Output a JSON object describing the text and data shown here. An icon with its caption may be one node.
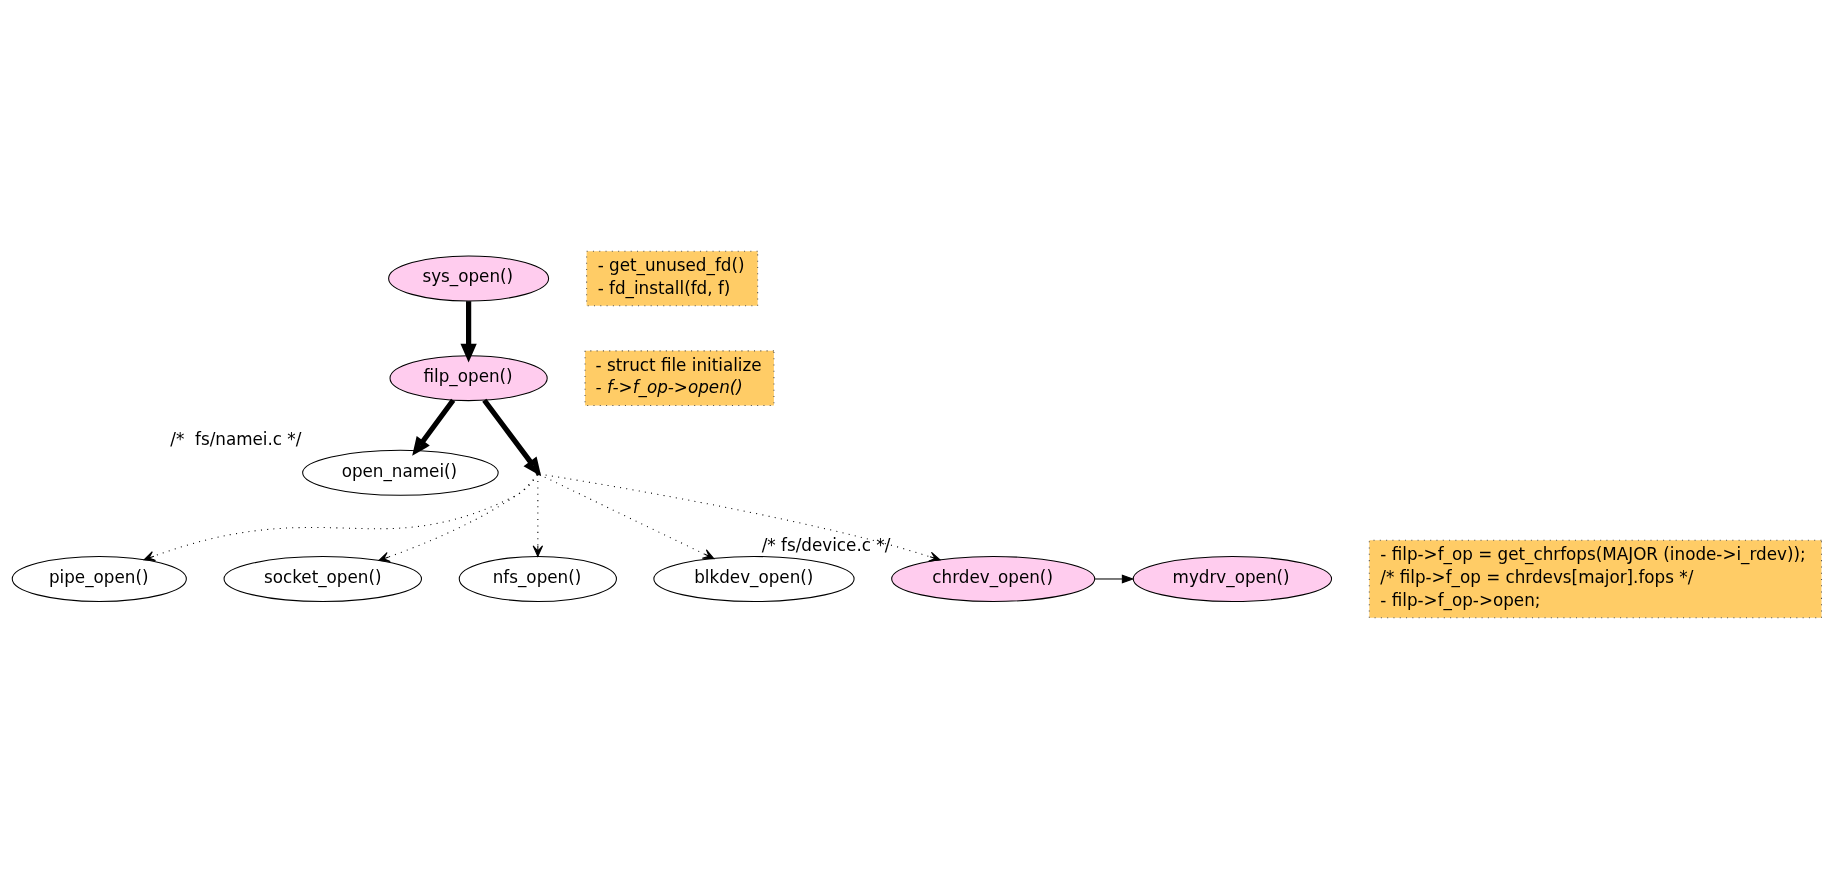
{
  "diagram": {
    "nodes": [
      {
        "text": [
          "sys_open()"
        ]
      },
      {
        "text": [
          "- get_unused_fd()",
          "- fd_install(fd, f)"
        ]
      },
      {
        "text": [
          "filp_open()"
        ]
      },
      {
        "text": [
          "open_namei()"
        ],
        "beside": [
          "/*  fs/namei.c */"
        ]
      },
      {
        "text": [
          "- struct file initialize",
          "- f->f_op->open()"
        ]
      },
      {
        "text": [],
        "shape": "point"
      },
      {
        "text": [
          "pipe_open()"
        ]
      },
      {
        "text": [
          "socket_open()"
        ]
      },
      {
        "text": [
          "nfs_open()"
        ]
      },
      {
        "text": [
          "blkdev_open()"
        ]
      },
      {
        "text": [
          "chrdev_open()"
        ],
        "beside": [
          "/* fs/device.c */"
        ]
      },
      {
        "text": [
          "mydrv_open()"
        ]
      },
      {
        "text": [
          "- filp->f_op = get_chrfops(MAJOR (inode->i_rdev));",
          "/* filp->f_op = chrdevs[major].fops */",
          "- filp->f_op->open;"
        ]
      }
    ],
    "edges": [
      {
        "from": 0,
        "to": 2,
        "arrow": "to",
        "style": "thick"
      },
      {
        "from": 2,
        "to": 3,
        "arrow": "to",
        "style": "thick"
      },
      {
        "from": 2,
        "to": 5,
        "arrow": "to",
        "style": "thick"
      },
      {
        "from": 5,
        "to": 6,
        "arrow": "to",
        "style": "dashed"
      },
      {
        "from": 5,
        "to": 7,
        "arrow": "to",
        "style": "dashed"
      },
      {
        "from": 5,
        "to": 8,
        "arrow": "to",
        "style": "dashed"
      },
      {
        "from": 5,
        "to": 9,
        "arrow": "to",
        "style": "dashed"
      },
      {
        "from": 5,
        "to": 10,
        "arrow": "to",
        "style": "dashed"
      },
      {
        "from": 10,
        "to": 11,
        "arrow": "to"
      }
    ]
  }
}
